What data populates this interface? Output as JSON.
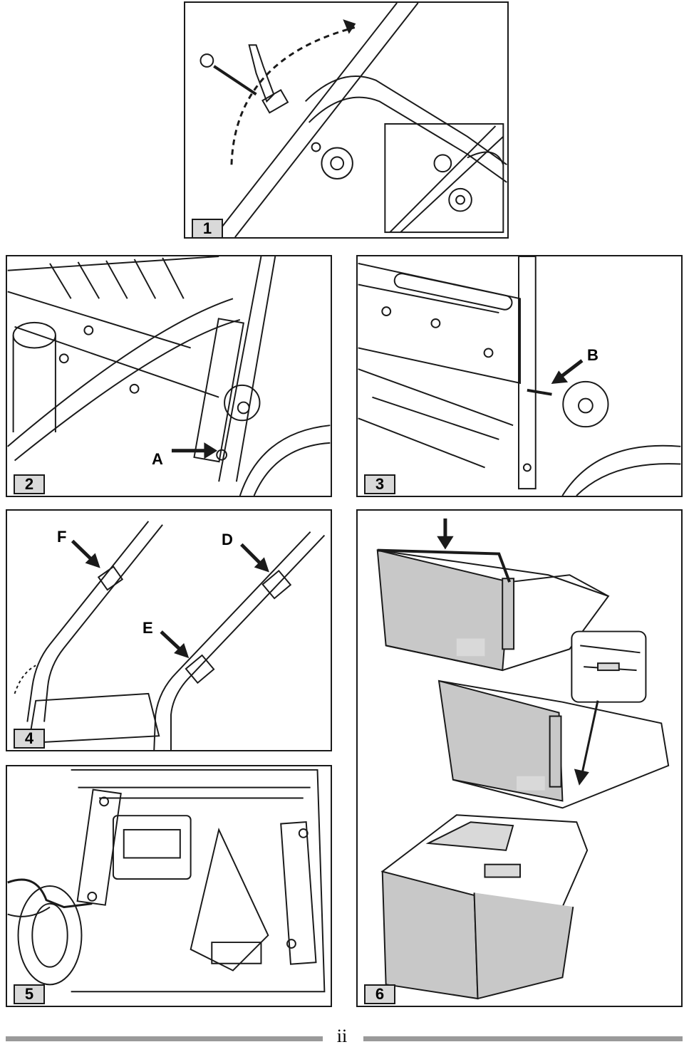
{
  "figures": [
    {
      "number": "1"
    },
    {
      "number": "2",
      "callouts": [
        "A"
      ]
    },
    {
      "number": "3",
      "callouts": [
        "B"
      ]
    },
    {
      "number": "4",
      "callouts": [
        "F",
        "D",
        "E"
      ]
    },
    {
      "number": "5"
    },
    {
      "number": "6"
    }
  ],
  "page_number": "ii",
  "colors": {
    "line": "#1a1a1a",
    "fill_grey": "#d9d9d9",
    "bag_grey": "#c8c8c8",
    "rule_grey": "#9a9a9a"
  }
}
